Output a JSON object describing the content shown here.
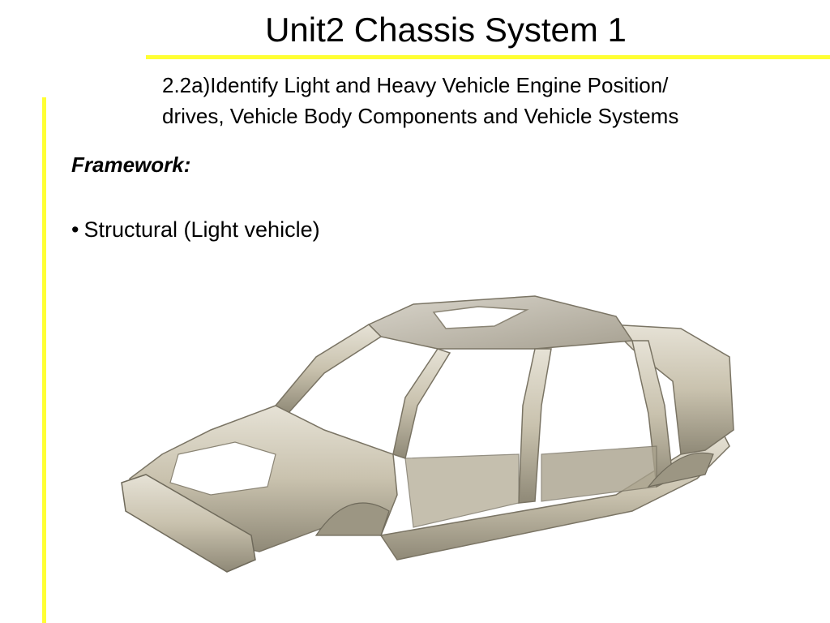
{
  "slide": {
    "title": "Unit2 Chassis System 1",
    "subtitle_line1": "2.2a)Identify Light and Heavy Vehicle Engine Position/",
    "subtitle_line2": "drives, Vehicle  Body Components and Vehicle Systems",
    "section_heading": "Framework:",
    "bullet_marker": "•",
    "bullets": [
      "Structural (Light vehicle)"
    ]
  },
  "colors": {
    "accent_rule": "#ffff33",
    "text": "#000000",
    "body_metal": "#c9c2ae"
  },
  "image": {
    "subject": "car-body-in-white-illustration"
  }
}
